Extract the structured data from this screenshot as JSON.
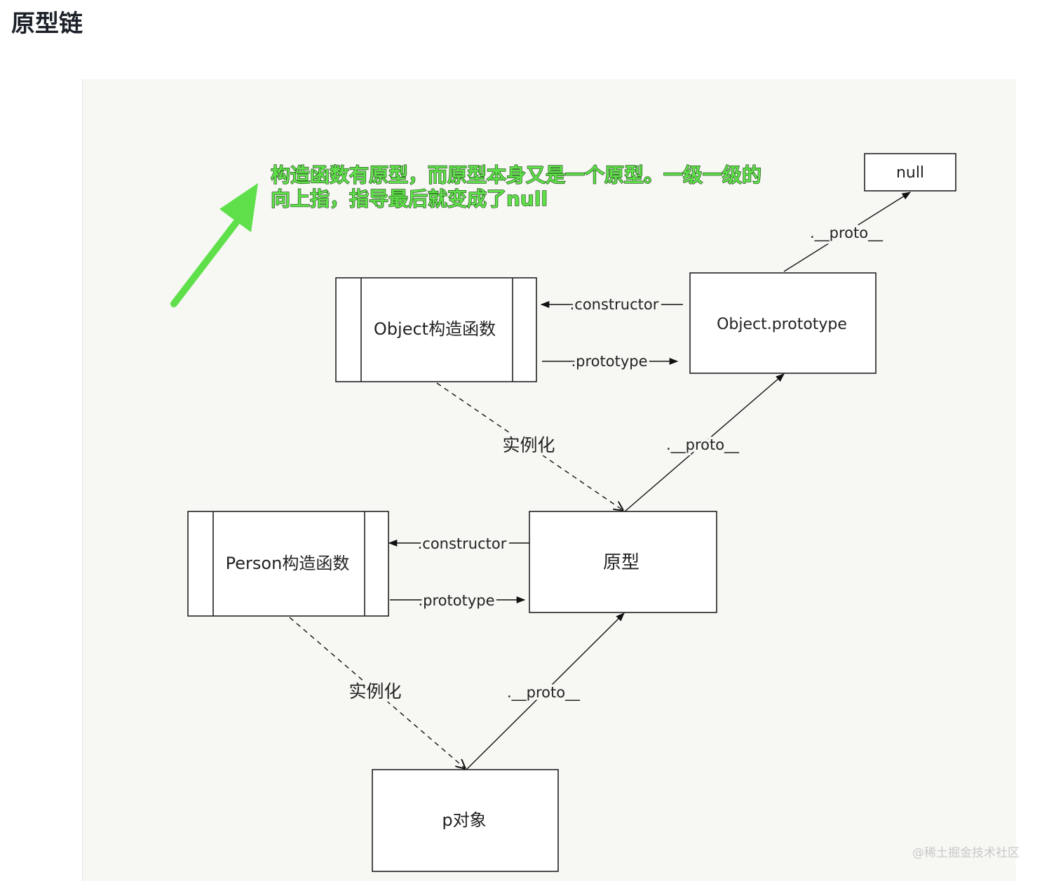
{
  "page": {
    "title": "原型链"
  },
  "annotation": {
    "line1": "构造函数有原型，而原型本身又是一个原型。一级一级的",
    "line2": "向上指，指导最后就变成了null",
    "color": "#5fe04a"
  },
  "nodes": {
    "null": "null",
    "object_constructor": "Object构造函数",
    "object_prototype": "Object.prototype",
    "person_constructor": "Person构造函数",
    "prototype": "原型",
    "p_object": "p对象"
  },
  "edges": {
    "proto_top": ".__proto__",
    "constructor_top": ".constructor",
    "prototype_top": ".prototype",
    "instantiate_top": "实例化",
    "proto_mid": ".__proto__",
    "constructor_mid": ".constructor",
    "prototype_mid": ".prototype",
    "instantiate_bottom": "实例化",
    "proto_bottom": ".__proto__"
  },
  "watermark": "@稀土掘金技术社区"
}
